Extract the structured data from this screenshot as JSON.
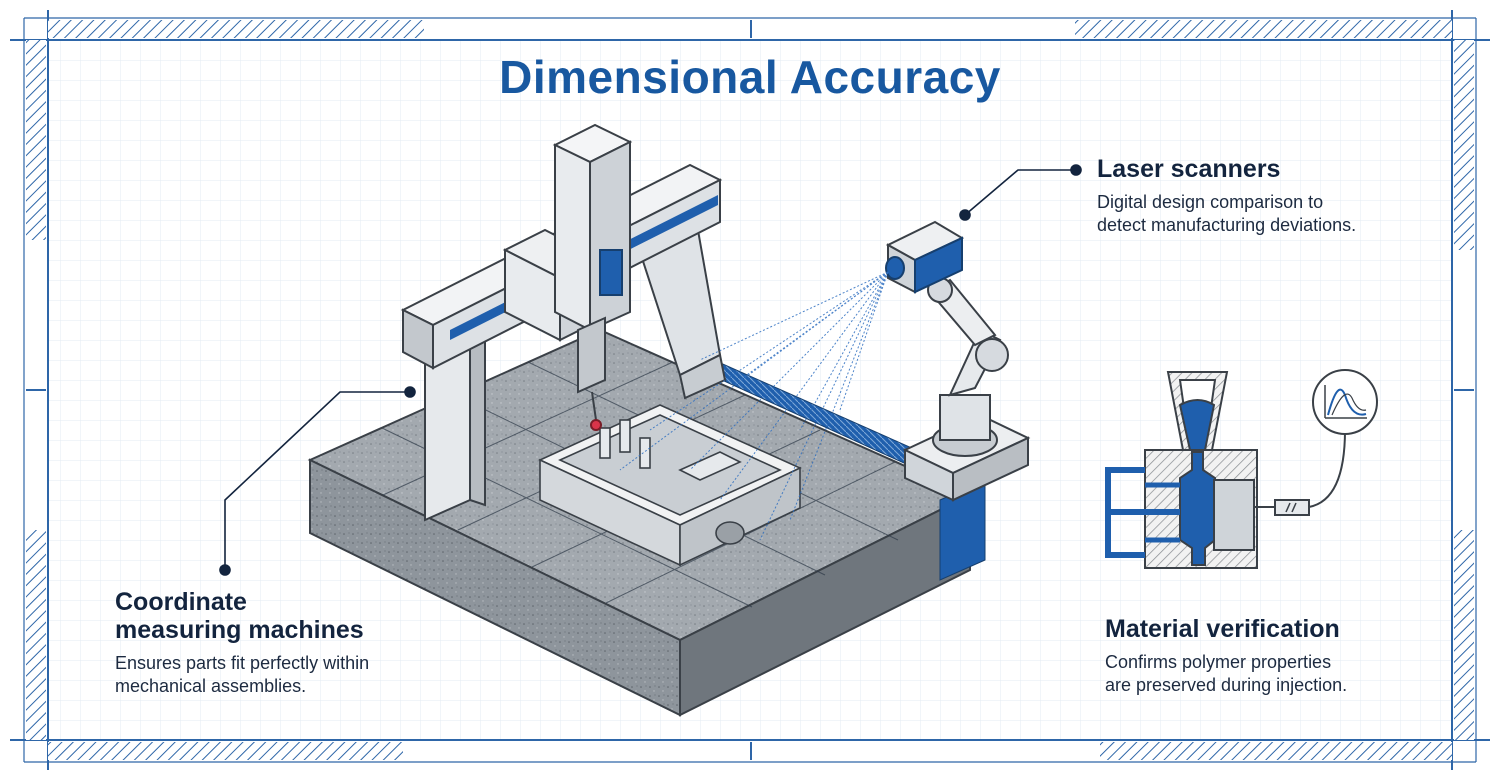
{
  "title": "Dimensional Accuracy",
  "colors": {
    "accent": "#1f5fad",
    "title": "#1858a0",
    "text": "#13243e",
    "grid": "#d6e2ee",
    "frame": "#2e66a8",
    "granite": "#8b9299",
    "metal": "#e6e9ec"
  },
  "callouts": {
    "cmm": {
      "heading": "Coordinate measuring machines",
      "heading_lines": [
        "Coordinate",
        "measuring machines"
      ],
      "description_lines": [
        "Ensures parts fit perfectly within",
        "mechanical assemblies."
      ]
    },
    "laser": {
      "heading": "Laser scanners",
      "description_lines": [
        "Digital design comparison to",
        "detect manufacturing deviations."
      ]
    },
    "material": {
      "heading": "Material verification",
      "description_lines": [
        "Confirms polymer properties",
        "are preserved during injection."
      ]
    }
  }
}
